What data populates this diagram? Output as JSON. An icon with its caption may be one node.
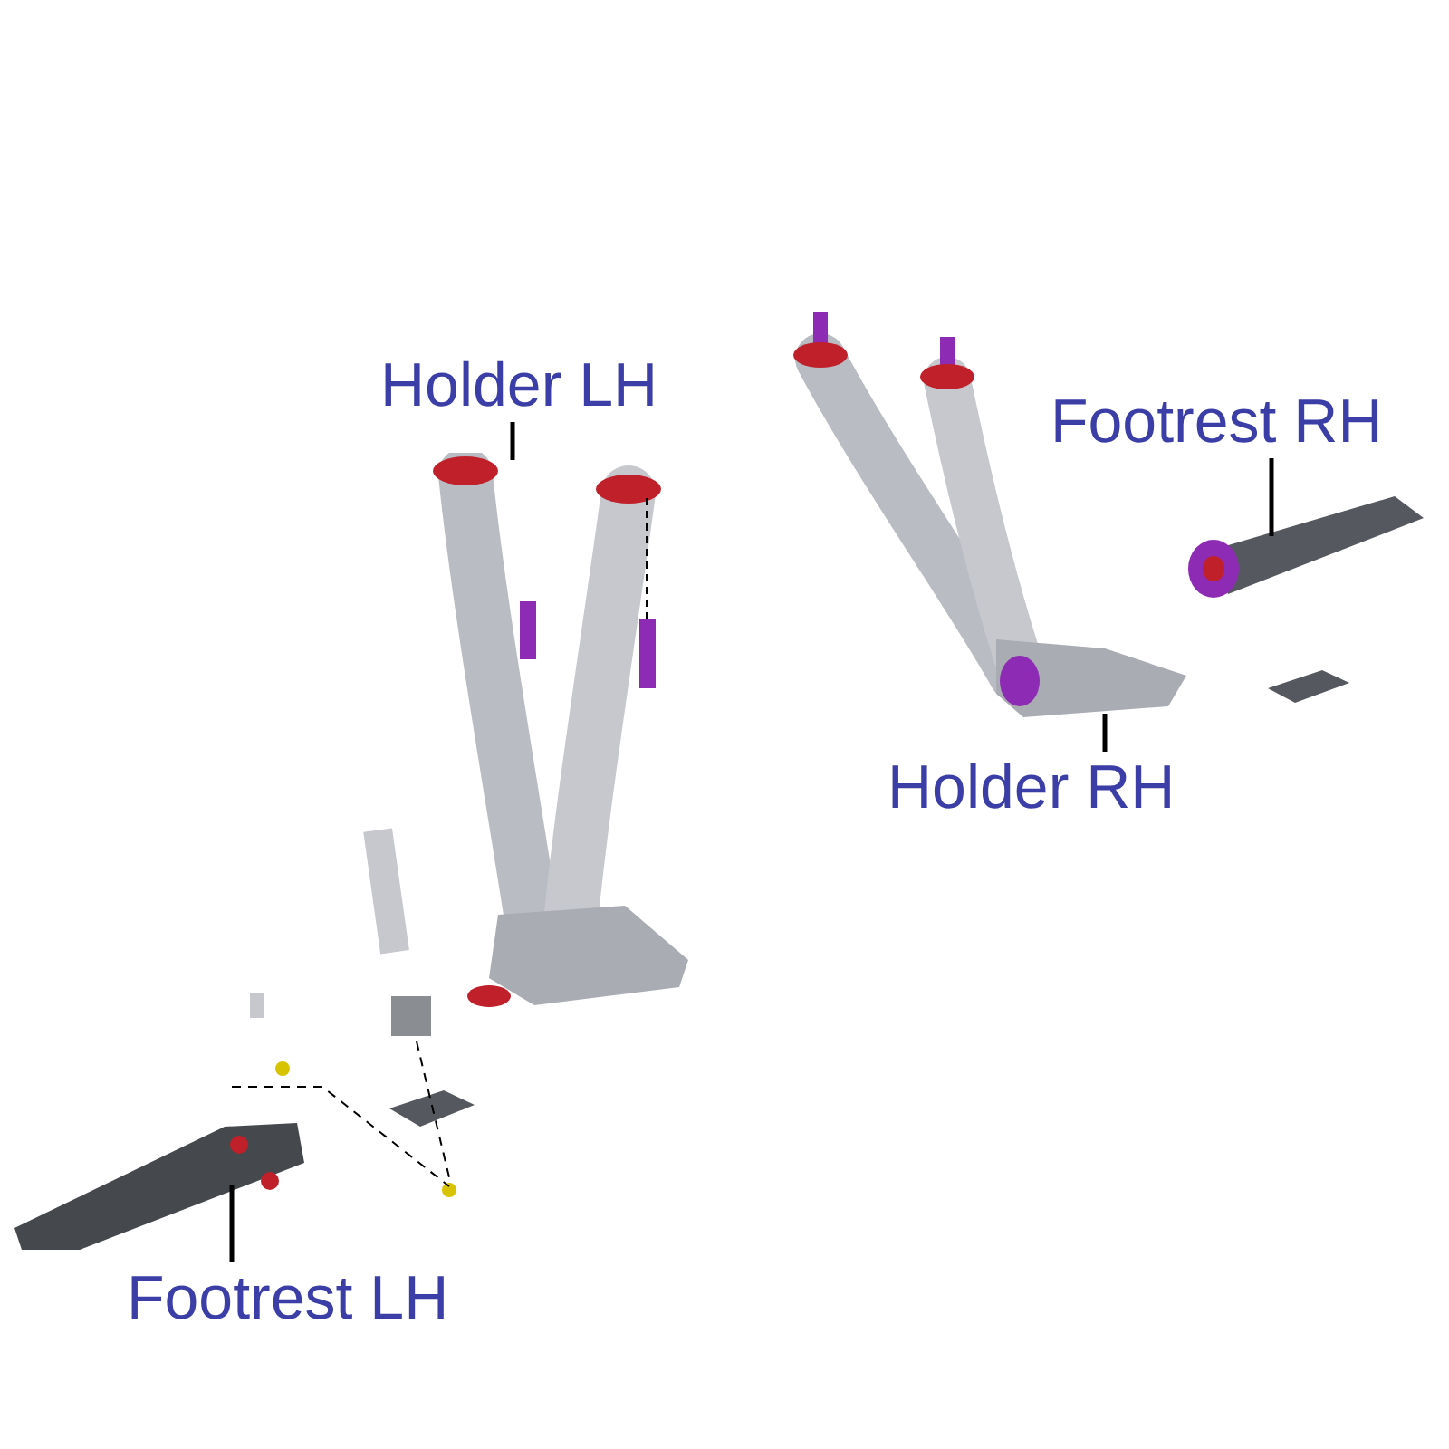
{
  "diagram": {
    "nodes": [
      {
        "text": [
          "Holder LH"
        ]
      },
      {
        "text": [],
        "shape": "picture"
      },
      {
        "text": [
          "Footrest RH"
        ]
      },
      {
        "text": [],
        "shape": "picture"
      },
      {
        "text": [
          "Holder RH"
        ]
      },
      {
        "text": [],
        "shape": "picture"
      },
      {
        "text": [
          "Footrest LH"
        ]
      },
      {
        "text": [],
        "shape": "picture"
      }
    ],
    "edges": [
      {
        "from": 0,
        "to": 1,
        "arrow": "none"
      },
      {
        "from": 2,
        "to": 3,
        "arrow": "none"
      },
      {
        "from": 4,
        "to": 5,
        "arrow": "none"
      },
      {
        "from": 6,
        "to": 7,
        "arrow": "none"
      }
    ]
  }
}
